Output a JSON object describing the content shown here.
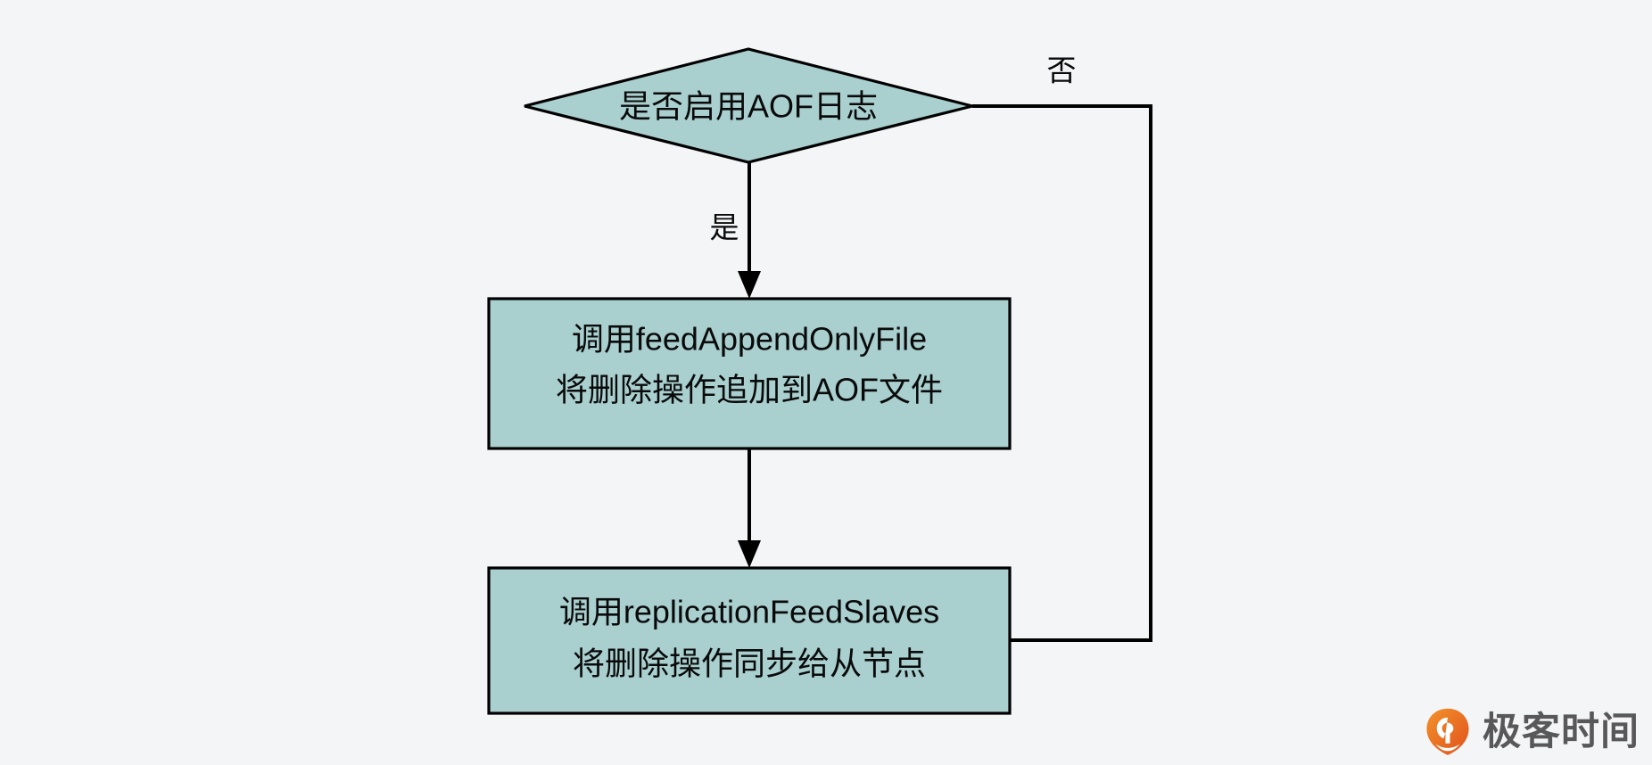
{
  "diagram": {
    "type": "flowchart",
    "background_color": "#f4f5f7",
    "node_fill_color": "#a9cfcf",
    "node_stroke_color": "#000000",
    "nodes": [
      {
        "id": "decision-aof",
        "shape": "diamond",
        "text": "是否启用AOF日志"
      },
      {
        "id": "process-feed-append-only-file",
        "shape": "rectangle",
        "line1": "调用feedAppendOnlyFile",
        "line2": "将删除操作追加到AOF文件"
      },
      {
        "id": "process-replication-feed-slaves",
        "shape": "rectangle",
        "line1": "调用replicationFeedSlaves",
        "line2": "将删除操作同步给从节点"
      }
    ],
    "edges": [
      {
        "id": "edge-yes",
        "from": "decision-aof",
        "to": "process-feed-append-only-file",
        "label": "是"
      },
      {
        "id": "edge-sequence",
        "from": "process-feed-append-only-file",
        "to": "process-replication-feed-slaves",
        "label": ""
      },
      {
        "id": "edge-no",
        "from": "decision-aof",
        "to": "process-replication-feed-slaves",
        "label": "否"
      }
    ]
  },
  "branding": {
    "name": "极客时间",
    "mark_color_start": "#f08321",
    "mark_color_end": "#e2541f",
    "text_color": "#58585a"
  }
}
